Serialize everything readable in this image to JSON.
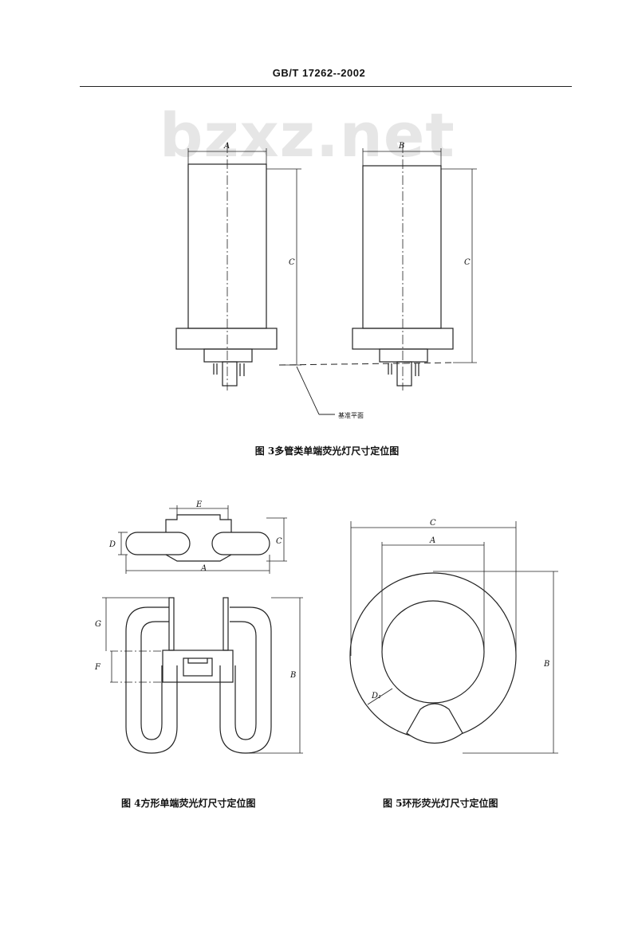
{
  "header": {
    "standard_number": "GB/T 17262--2002"
  },
  "watermark": {
    "text": "bzxz.net"
  },
  "figure3": {
    "labels": {
      "a": "A",
      "b": "B",
      "c_left": "C",
      "c_right": "C",
      "reference": "基准平面"
    },
    "caption_number": "图 3",
    "caption_text": "多管类单端荧光灯尺寸定位图"
  },
  "figure4": {
    "labels": {
      "e": "E",
      "d": "D",
      "c": "C",
      "a": "A",
      "g": "G",
      "f": "F",
      "b": "B"
    },
    "caption_number": "图 4",
    "caption_text": "方形单端荧光灯尺寸定位图"
  },
  "figure5": {
    "labels": {
      "c": "C",
      "a": "A",
      "b": "B",
      "d1": "D₁"
    },
    "caption_number": "图 5",
    "caption_text": "环形荧光灯尺寸定位图"
  }
}
